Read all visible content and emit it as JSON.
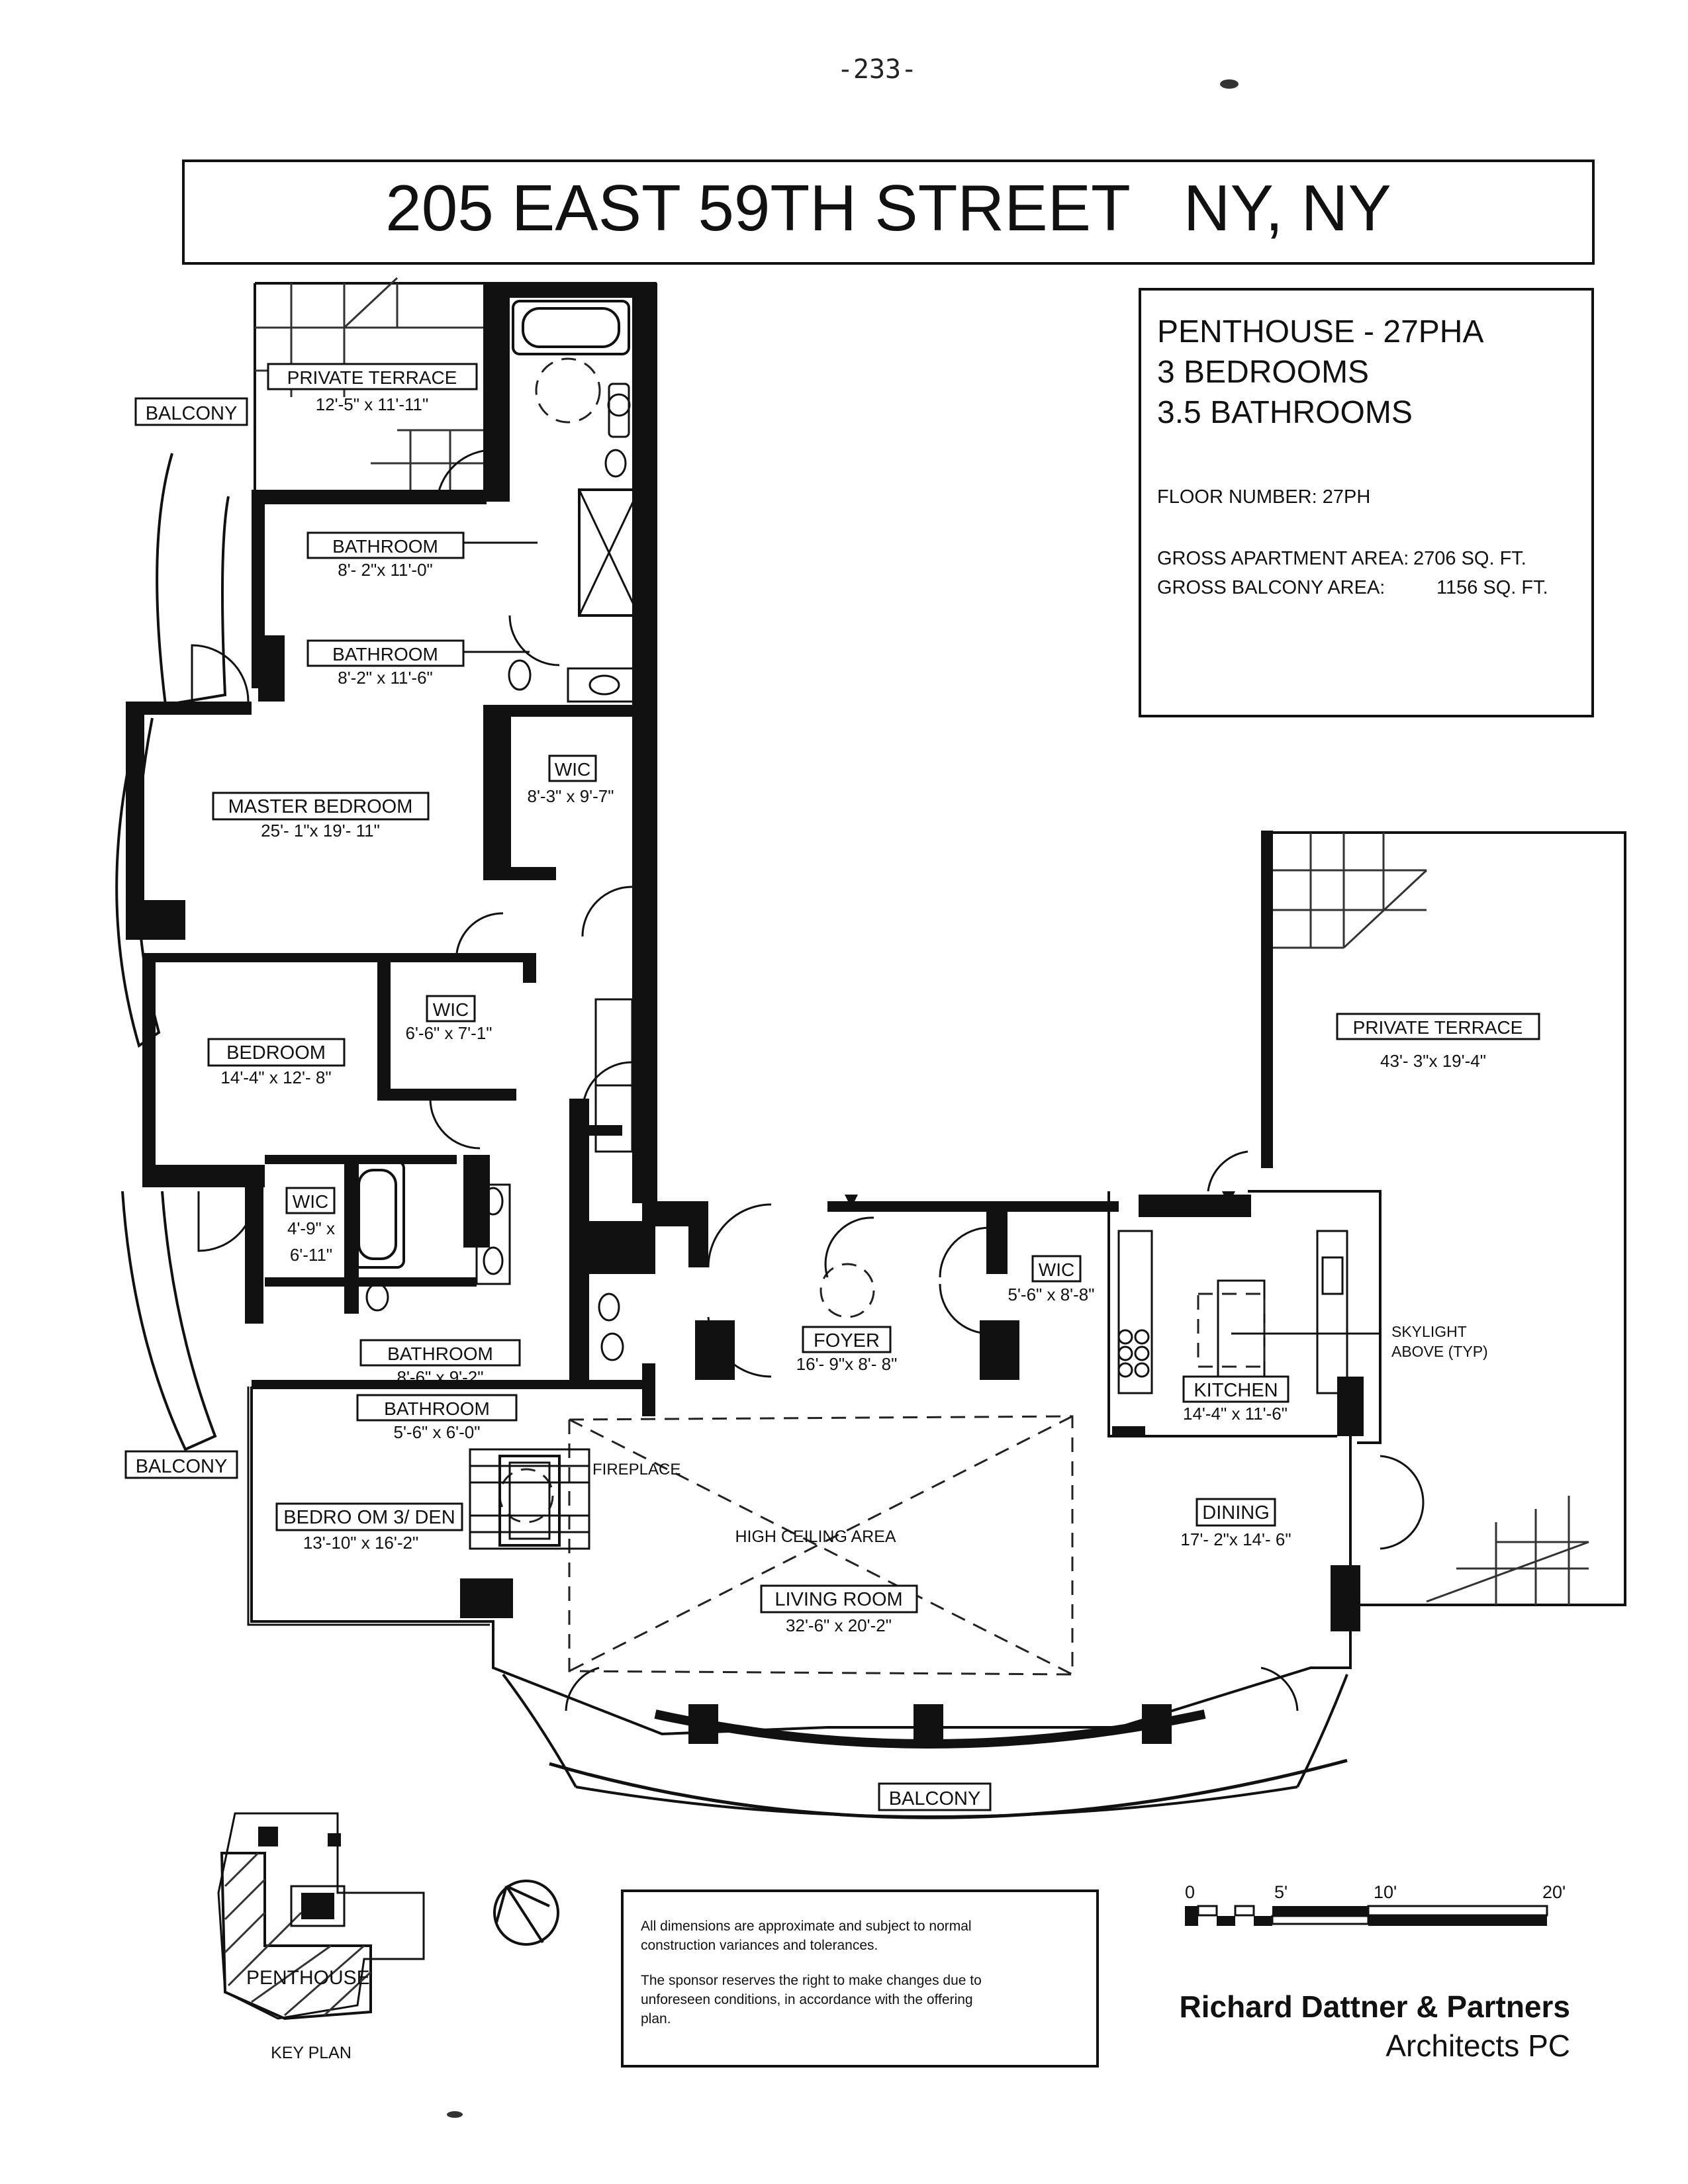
{
  "page_number": "-233-",
  "title": "205 EAST 59TH STREET   NY, NY",
  "info": {
    "unit": "PENTHOUSE - 27PHA",
    "bedrooms": "3 BEDROOMS",
    "bathrooms": "3.5 BATHROOMS",
    "floor": "FLOOR NUMBER: 27PH",
    "gross_apartment_label": "GROSS APARTMENT AREA:",
    "gross_apartment_value": "2706 SQ. FT.",
    "gross_balcony_label": "GROSS BALCONY AREA:",
    "gross_balcony_value": "1156 SQ. FT."
  },
  "rooms": {
    "private_terrace_small": {
      "name": "PRIVATE TERRACE",
      "dims": "12'-5\" x 11'-11\""
    },
    "bathroom_1": {
      "name": "BATHROOM",
      "dims": "8'- 2\"x 11'-0\""
    },
    "bathroom_2": {
      "name": "BATHROOM",
      "dims": "8'-2\" x 11'-6\""
    },
    "wic_master": {
      "name": "WIC",
      "dims": "8'-3\" x 9'-7\""
    },
    "master_bedroom": {
      "name": "MASTER BEDROOM",
      "dims": "25'- 1\"x 19'- 11\""
    },
    "wic_2": {
      "name": "WIC",
      "dims": "6'-6\" x 7'-1\""
    },
    "bedroom": {
      "name": "BEDROOM",
      "dims": "14'-4\" x 12'- 8\""
    },
    "wic_3": {
      "name": "WIC",
      "dims_line1": "4'-9\" x",
      "dims_line2": "6'-11\""
    },
    "bathroom_3": {
      "name": "BATHROOM",
      "dims": "8'-6\" x 9'-2\""
    },
    "bathroom_4": {
      "name": "BATHROOM",
      "dims": "5'-6\" x 6'-0\""
    },
    "foyer": {
      "name": "FOYER",
      "dims": "16'- 9\"x 8'- 8\""
    },
    "wic_foyer": {
      "name": "WIC",
      "dims": "5'-6\" x 8'-8\""
    },
    "kitchen": {
      "name": "KITCHEN",
      "dims": "14'-4\" x 11'-6\""
    },
    "private_terrace_large": {
      "name": "PRIVATE TERRACE",
      "dims": "43'- 3\"x 19'-4\""
    },
    "bedroom_3_den": {
      "name": "BEDRO OM 3/ DEN",
      "dims": "13'-10\" x 16'-2\""
    },
    "living_room": {
      "name": "LIVING ROOM",
      "dims": "32'-6\" x 20'-2\""
    },
    "dining": {
      "name": "DINING",
      "dims": "17'- 2\"x 14'- 6\""
    }
  },
  "labels": {
    "balcony": "BALCONY",
    "fireplace": "FIREPLACE",
    "high_ceiling": "HIGH CEILING AREA",
    "skylight_line1": "SKYLIGHT",
    "skylight_line2": "ABOVE (TYP)",
    "key_plan": "KEY PLAN",
    "key_plan_unit": "PENTHOUSE"
  },
  "scale": {
    "t0": "0",
    "t5": "5'",
    "t10": "10'",
    "t20": "20'"
  },
  "disclaimer": {
    "line1": "All dimensions are approximate and subject to normal",
    "line2": "construction variances and tolerances.",
    "line3": "The sponsor reserves the right to make changes due to",
    "line4": "unforeseen conditions, in accordance with the offering",
    "line5": "plan."
  },
  "architect": {
    "name": "Richard Dattner & Partners",
    "firm": "Architects PC"
  }
}
